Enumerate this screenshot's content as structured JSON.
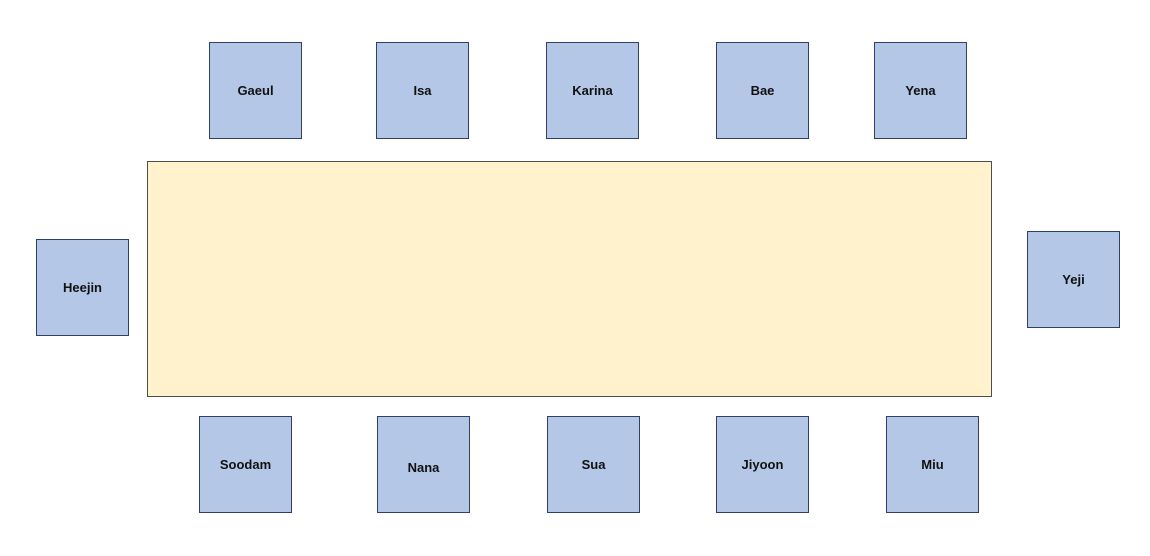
{
  "colors": {
    "table_fill": "#fff2cc",
    "seat_fill": "#b4c7e7",
    "seat_border": "#2f3f66"
  },
  "seats": {
    "top": [
      "Gaeul",
      "Isa",
      "Karina",
      "Bae",
      "Yena"
    ],
    "left": "Heejin",
    "right": "Yeji",
    "bottom": [
      "Soodam",
      "Nana",
      "Sua",
      "Jiyoon",
      "Miu"
    ]
  }
}
